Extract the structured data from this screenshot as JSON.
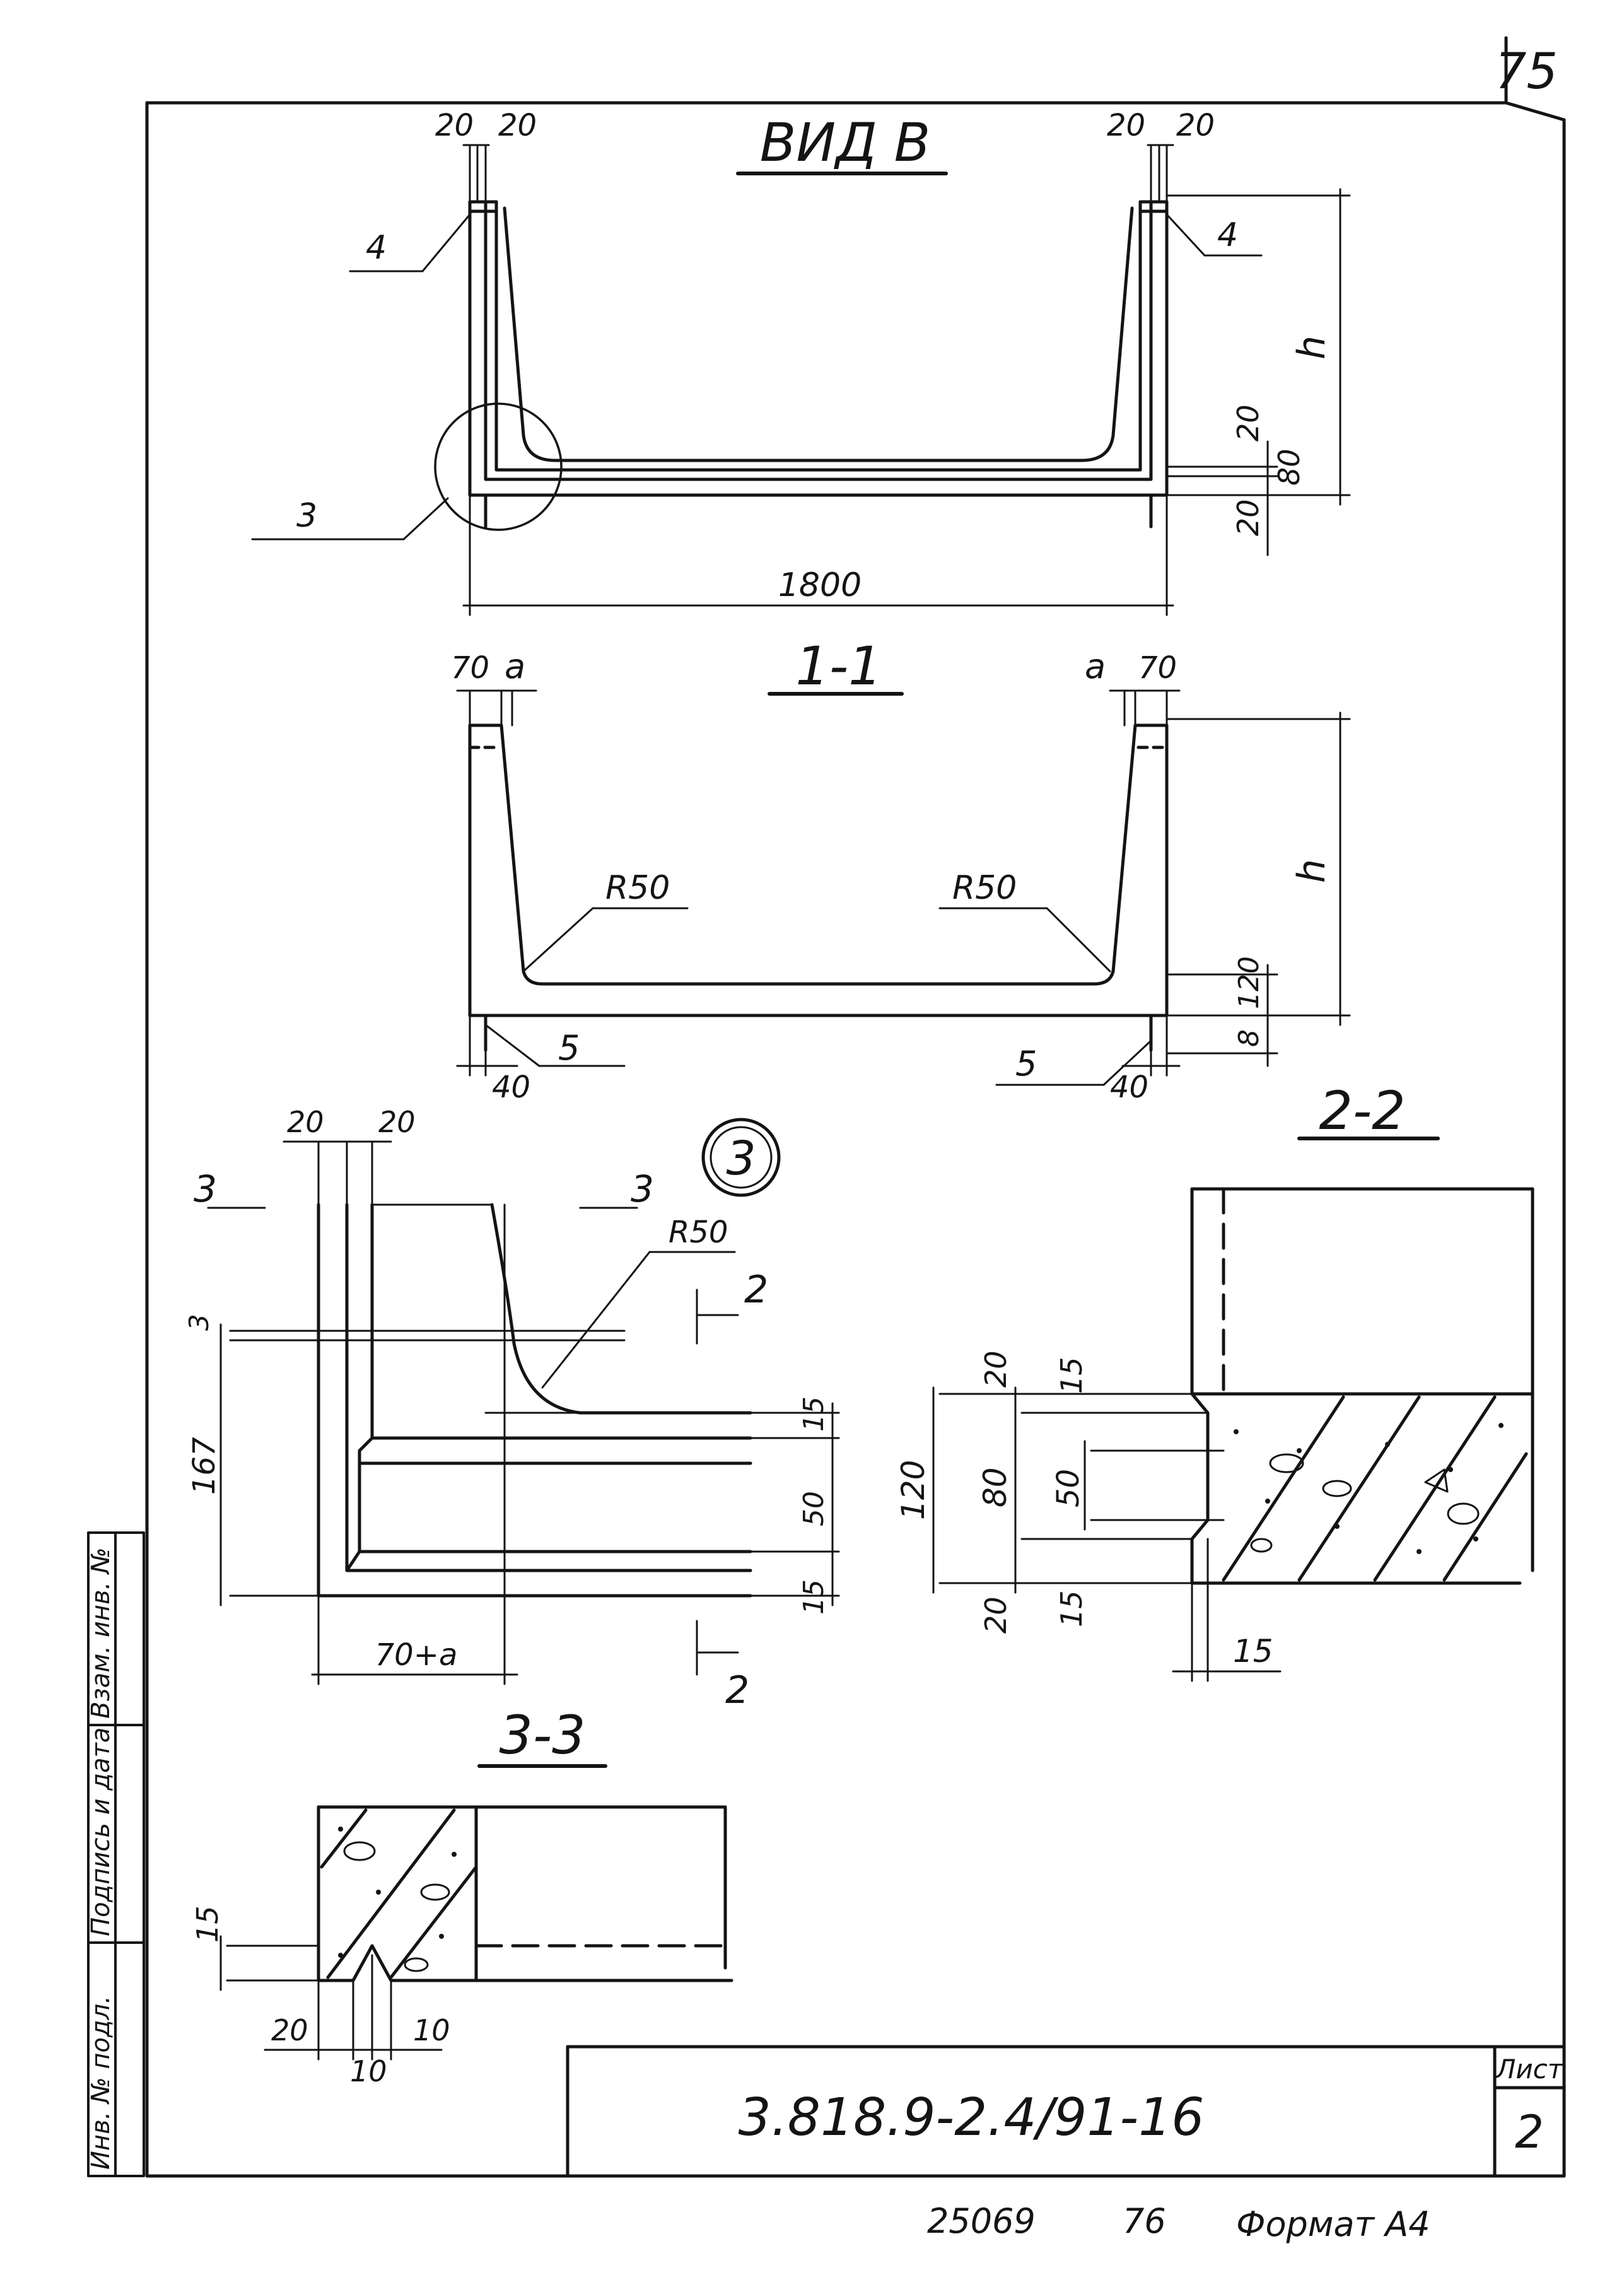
{
  "page_number": "75",
  "views": {
    "view_b": {
      "title": "ВИД В",
      "dims": {
        "left_a": "20",
        "left_b": "20",
        "right_a": "20",
        "right_b": "20",
        "h": "h",
        "d20a": "20",
        "d80": "80",
        "d20b": "20",
        "width": "1800"
      },
      "callouts": {
        "left4": "4",
        "right4": "4",
        "c3": "3"
      }
    },
    "section_1_1": {
      "title": "1-1",
      "dims": {
        "l70": "70",
        "la": "a",
        "ra": "a",
        "r70": "70",
        "h": "h",
        "d120": "120",
        "d8": "8",
        "l40": "40",
        "r40": "40"
      },
      "radius_left": "R50",
      "radius_right": "R50",
      "callouts": {
        "l5": "5",
        "r5": "5"
      }
    },
    "detail_3": {
      "marker": "3",
      "cut_left": "3",
      "cut_right": "3",
      "cut2_top": "2",
      "cut2_bottom": "2",
      "radius": "R50",
      "dims": {
        "t20a": "20",
        "t20b": "20",
        "d3": "3",
        "d167": "167",
        "d15a": "15",
        "d50": "50",
        "d15b": "15",
        "d70a": "70+a"
      }
    },
    "section_2_2": {
      "title": "2-2",
      "dims": {
        "d20a": "20",
        "d15a": "15",
        "d120": "120",
        "d80": "80",
        "d50": "50",
        "d20b": "20",
        "d15b": "15",
        "d15c": "15"
      }
    },
    "section_3_3": {
      "title": "3-3",
      "dims": {
        "d15": "15",
        "d20": "20",
        "d10a": "10",
        "d10b": "10"
      }
    }
  },
  "title_block": {
    "drawing_code": "3.818.9-2.4/91-16",
    "sheet_label": "Лист",
    "sheet_number": "2"
  },
  "side_stamp": {
    "inv_podl": "Инв. № подл.",
    "podpis_data": "Подпись и дата",
    "vzam_inv": "Взам. инв. №"
  },
  "footer": {
    "archive_number": "25069",
    "page_ref": "76",
    "format": "Формат А4"
  }
}
